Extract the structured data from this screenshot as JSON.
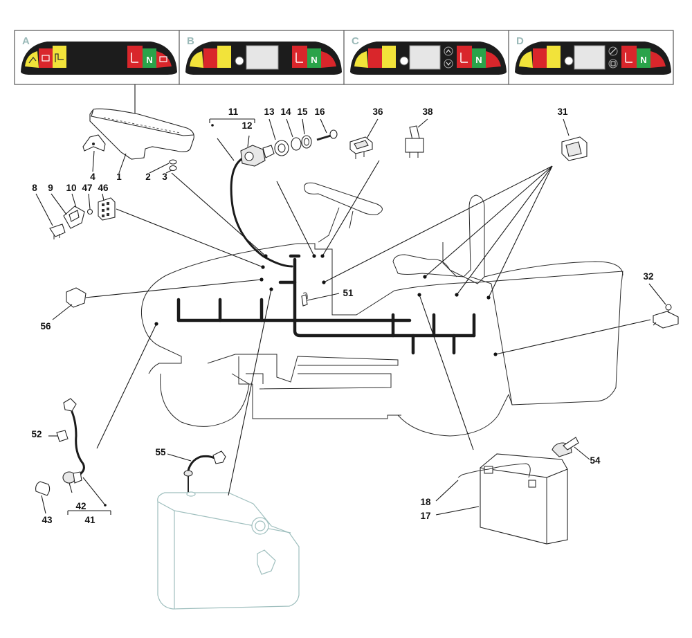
{
  "dash_variants": [
    {
      "id": "A",
      "label": "A",
      "has_display": false,
      "arrow_icons": "none"
    },
    {
      "id": "B",
      "label": "B",
      "has_display": true,
      "arrow_icons": "none"
    },
    {
      "id": "C",
      "label": "C",
      "has_display": true,
      "arrow_icons": "up-down"
    },
    {
      "id": "D",
      "label": "D",
      "has_display": true,
      "arrow_icons": "other"
    }
  ],
  "dash_neutral_glyph": "N",
  "colors": {
    "indicator_yellow": "#f2e33a",
    "indicator_red": "#d9262b",
    "indicator_green": "#2aa34a",
    "tank_outline": "#9fbfbe",
    "panel_letter": "#9ab9b8"
  },
  "callouts": {
    "c1": "1",
    "c2": "2",
    "c3": "3",
    "c4": "4",
    "c8": "8",
    "c9": "9",
    "c10": "10",
    "c11": "11",
    "c12": "12",
    "c13": "13",
    "c14": "14",
    "c15": "15",
    "c16": "16",
    "c17": "17",
    "c18": "18",
    "c31": "31",
    "c32": "32",
    "c36": "36",
    "c38": "38",
    "c41": "41",
    "c42": "42",
    "c43": "43",
    "c46": "46",
    "c47": "47",
    "c51": "51",
    "c52": "52",
    "c54": "54",
    "c55": "55",
    "c56": "56"
  }
}
